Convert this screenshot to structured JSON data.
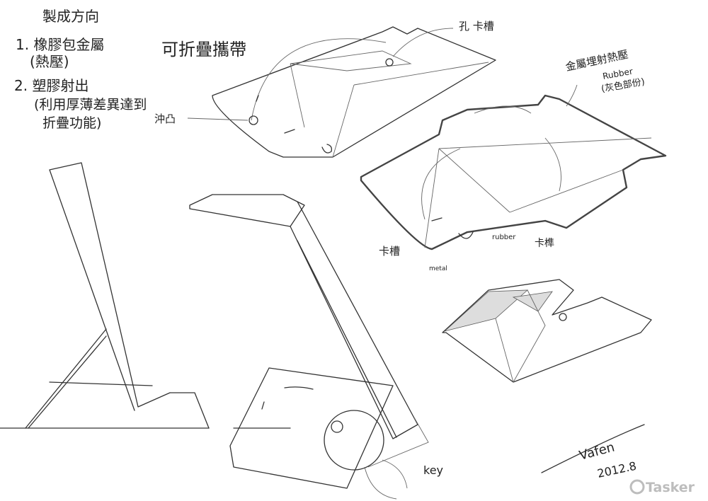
{
  "notes": {
    "title": "製成方向",
    "item1": "1. 橡膠包金屬",
    "item1_sub": "(熱壓)",
    "item2": "2. 塑膠射出",
    "item2_sub1": "(利用厚薄差異達到",
    "item2_sub2": "折疊功能)"
  },
  "labels": {
    "foldable": "可折疊攜帶",
    "hole_slot": "孔 卡槽",
    "punch": "沖凸",
    "metal_insert": "金屬埋射熱壓",
    "rubber_top": "Rubber",
    "grey_part": "(灰色部份)",
    "slot": "卡槽",
    "metal": "metal",
    "rubber": "rubber",
    "tenon": "卡榫",
    "key": "key"
  },
  "signature": {
    "name": "Vafen",
    "date": "2012.8"
  },
  "watermark": "Tasker"
}
